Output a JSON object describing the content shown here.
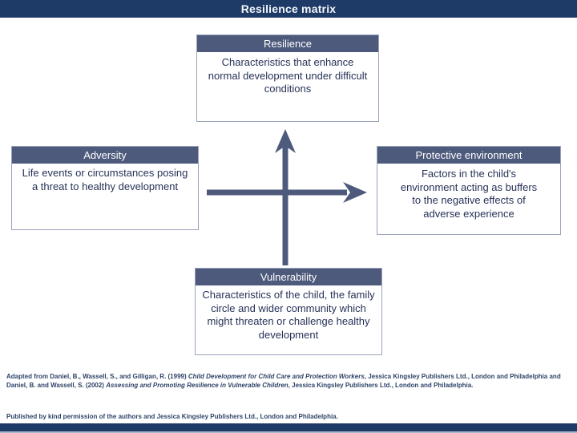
{
  "slide": {
    "title": "Resilience matrix"
  },
  "colors": {
    "title_bar": "#1e3a66",
    "box_header": "#4e5a7c",
    "arrow": "#4e5a7c",
    "body_text": "#273258",
    "footer_text": "#2e4368",
    "box_border": "#9aa3bb",
    "background": "#ffffff"
  },
  "boxes": {
    "top": {
      "header": "Resilience",
      "body": "Characteristics that enhance normal development under difficult conditions"
    },
    "left": {
      "header": "Adversity",
      "body": "Life events or circumstances posing a threat to healthy development"
    },
    "right": {
      "header": "Protective environment",
      "body": "Factors in the child's environment acting as buffers to the negative effects of adverse experience"
    },
    "bottom": {
      "header": "Vulnerability",
      "body": "Characteristics of the child, the family circle and wider community which might threaten or challenge healthy development"
    }
  },
  "axes": {
    "vertical_arrow": "up-arrow",
    "horizontal_arrow": "right-arrow"
  },
  "footer": {
    "adapted_segments": [
      {
        "text": "Adapted from Daniel, B., Wassell, S., and Gilligan, R. (1999) ",
        "style": "normal"
      },
      {
        "text": "Child Development for Child Care and Protection Workers",
        "style": "italic"
      },
      {
        "text": ", Jessica Kingsley Publishers Ltd., London and Philadelphia and Daniel, B. and Wassell, S. (2002) ",
        "style": "normal"
      },
      {
        "text": "Assessing and Promoting Resilience in Vulnerable Children",
        "style": "italic"
      },
      {
        "text": ", Jessica Kingsley Publishers Ltd., London and Philadelphia.",
        "style": "normal"
      }
    ],
    "permission": "Published by kind permission of the authors and Jessica Kingsley Publishers Ltd., London and Philadelphia."
  }
}
